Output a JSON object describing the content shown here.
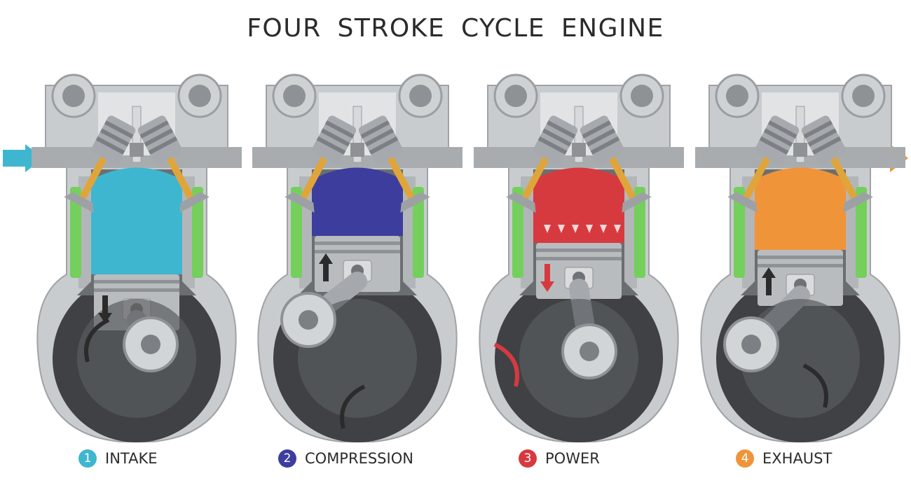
{
  "title": "FOUR STROKE CYCLE ENGINE",
  "colors": {
    "intake": "#3eb6d0",
    "compression": "#3d3d9e",
    "power": "#d63a3f",
    "exhaust": "#f0943a",
    "coolant": "#74cf5c",
    "metal": "#b9bcbf",
    "housing": "#8c8f93",
    "dark": "#3f4144"
  },
  "strokes": [
    {
      "number": "1",
      "name": "INTAKE",
      "color": "#3eb6d0"
    },
    {
      "number": "2",
      "name": "COMPRESSION",
      "color": "#3d3d9e"
    },
    {
      "number": "3",
      "name": "POWER",
      "color": "#d63a3f"
    },
    {
      "number": "4",
      "name": "EXHAUST",
      "color": "#f0943a"
    }
  ],
  "icons": {
    "flow_in": "arrow-right-icon",
    "flow_out": "arrow-right-icon",
    "piston_down": "arrow-down-icon",
    "piston_up": "arrow-up-icon",
    "crank_rotation": "curved-arrow-icon"
  }
}
